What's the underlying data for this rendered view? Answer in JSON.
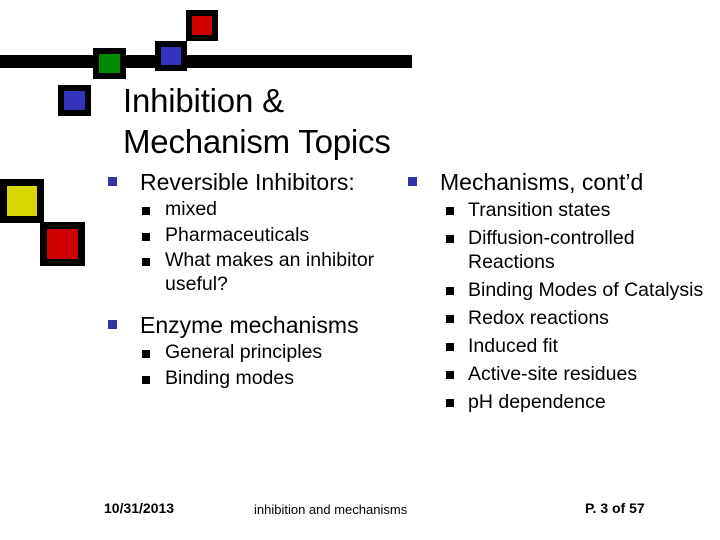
{
  "slide": {
    "title": "Inhibition &\nMechanism Topics",
    "decoration": {
      "bar_color": "#000000",
      "squares": [
        {
          "name": "red-top",
          "color": "#CC0000"
        },
        {
          "name": "blue-top",
          "color": "#3333BB"
        },
        {
          "name": "green",
          "color": "#008A00"
        },
        {
          "name": "blue-left",
          "color": "#3333BB"
        },
        {
          "name": "yellow",
          "color": "#D8D800"
        },
        {
          "name": "red-left",
          "color": "#CC0000"
        }
      ]
    },
    "left_column": [
      {
        "text": "Reversible Inhibitors:",
        "children": [
          "mixed",
          "Pharmaceuticals",
          "What makes an inhibitor useful?"
        ]
      },
      {
        "text": "Enzyme mechanisms",
        "children": [
          "General principles",
          "Binding modes"
        ]
      }
    ],
    "right_column": [
      {
        "text": "Mechanisms, cont’d",
        "children": [
          "Transition states",
          "Diffusion-controlled Reactions",
          "Binding Modes of Catalysis",
          "Redox reactions",
          "Induced fit",
          "Active-site residues",
          "pH dependence"
        ]
      }
    ],
    "footer": {
      "date": "10/31/2013",
      "subject": "inhibition and mechanisms",
      "page": "P. 3 of 57"
    },
    "colors": {
      "bullet_level1": "#3333AA",
      "bullet_level2": "#000000",
      "text": "#000000",
      "background": "#FFFFFF"
    }
  }
}
